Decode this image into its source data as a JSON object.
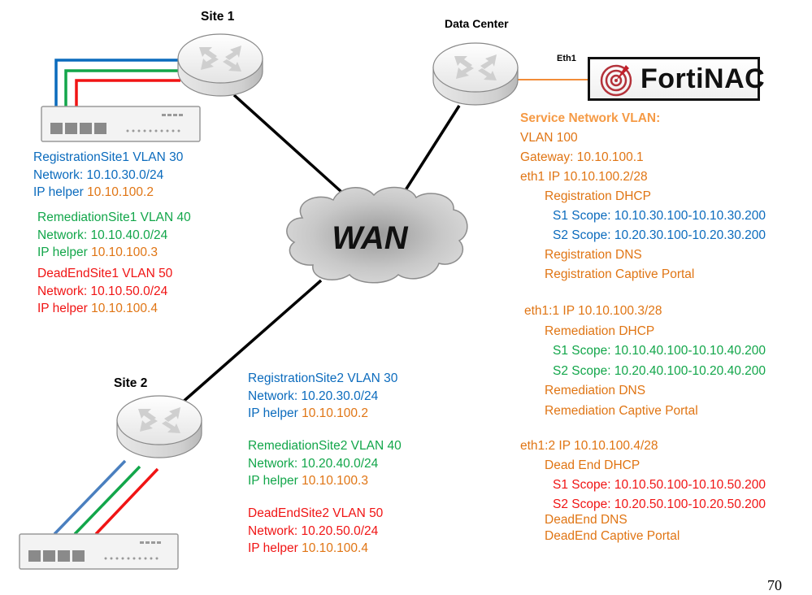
{
  "sites": {
    "site1": {
      "label": "Site 1",
      "vlans": [
        {
          "name": "RegistrationSite1 VLAN 30",
          "network": "Network: 10.10.30.0/24",
          "helper_label": "IP helper ",
          "helper_ip": "10.10.100.2",
          "color": "#0b6bbd"
        },
        {
          "name": "RemediationSite1 VLAN 40",
          "network": "Network: 10.10.40.0/24",
          "helper_label": "IP helper ",
          "helper_ip": "10.10.100.3",
          "color": "#12a64a"
        },
        {
          "name": "DeadEndSite1 VLAN 50",
          "network": "Network: 10.10.50.0/24",
          "helper_label": "IP helper ",
          "helper_ip": "10.10.100.4",
          "color": "#f01414"
        }
      ]
    },
    "site2": {
      "label": "Site 2",
      "vlans": [
        {
          "name": "RegistrationSite2 VLAN 30",
          "network": "Network: 10.20.30.0/24",
          "helper_label": "IP helper ",
          "helper_ip": "10.10.100.2",
          "color": "#0b6bbd"
        },
        {
          "name": "RemediationSite2 VLAN 40",
          "network": "Network: 10.20.40.0/24",
          "helper_label": "IP helper ",
          "helper_ip": "10.10.100.3",
          "color": "#12a64a"
        },
        {
          "name": "DeadEndSite2 VLAN 50",
          "network": "Network: 10.20.50.0/24",
          "helper_label": "IP helper ",
          "helper_ip": "10.10.100.4",
          "color": "#f01414"
        }
      ]
    }
  },
  "data_center": {
    "label": "Data Center",
    "interface_label": "Eth1",
    "appliance": "FortiNAC"
  },
  "wan": {
    "label": "WAN"
  },
  "service_network": {
    "title": "Service Network VLAN:",
    "vlan": "VLAN 100",
    "gateway": "Gateway:  10.10.100.1",
    "interfaces": [
      {
        "ip": "eth1 IP 10.10.100.2/28",
        "dhcp": "Registration DHCP",
        "scopes": [
          "S1 Scope: 10.10.30.100-10.10.30.200",
          "S2 Scope: 10.20.30.100-10.20.30.200"
        ],
        "dns": "Registration DNS",
        "portal": "Registration Captive Portal"
      },
      {
        "ip": "eth1:1 IP 10.10.100.3/28",
        "dhcp": "Remediation DHCP",
        "scopes": [
          "S1 Scope: 10.10.40.100-10.10.40.200",
          "S2 Scope: 10.20.40.100-10.20.40.200"
        ],
        "dns": "Remediation DNS",
        "portal": "Remediation Captive Portal"
      },
      {
        "ip": "eth1:2 IP 10.10.100.4/28",
        "dhcp": "Dead End DHCP",
        "scopes": [
          "S1 Scope: 10.10.50.100-10.10.50.200",
          "S2 Scope: 10.20.50.100-10.20.50.200"
        ],
        "dns": "DeadEnd DNS",
        "portal": "DeadEnd Captive Portal"
      }
    ]
  },
  "colors": {
    "registration": "#0b6bbd",
    "remediation": "#12a64a",
    "deadend": "#f01414",
    "service": "#e07514",
    "link": "#000000",
    "eth1_link": "#f28c38"
  },
  "page_number": "70"
}
